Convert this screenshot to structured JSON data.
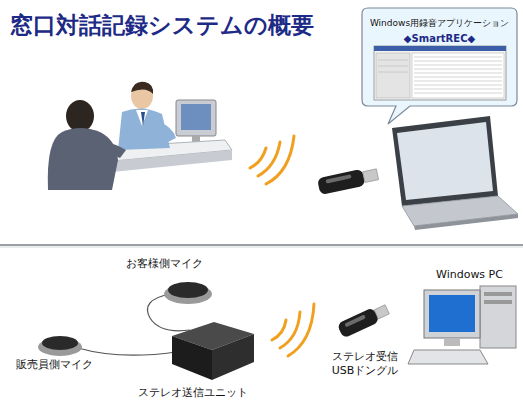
{
  "diagram": {
    "title": "窓口対話記録システムの概要",
    "nodes": [
      {
        "text": [
          "Windows用録音アプリケーション",
          "◆SmartREC◆"
        ]
      }
    ],
    "labels": [
      "お客様側マイク",
      "販売員側マイク",
      "ステレオ送信ユニット",
      "ステレオ受信 USBドングル",
      "Windows PC"
    ]
  }
}
